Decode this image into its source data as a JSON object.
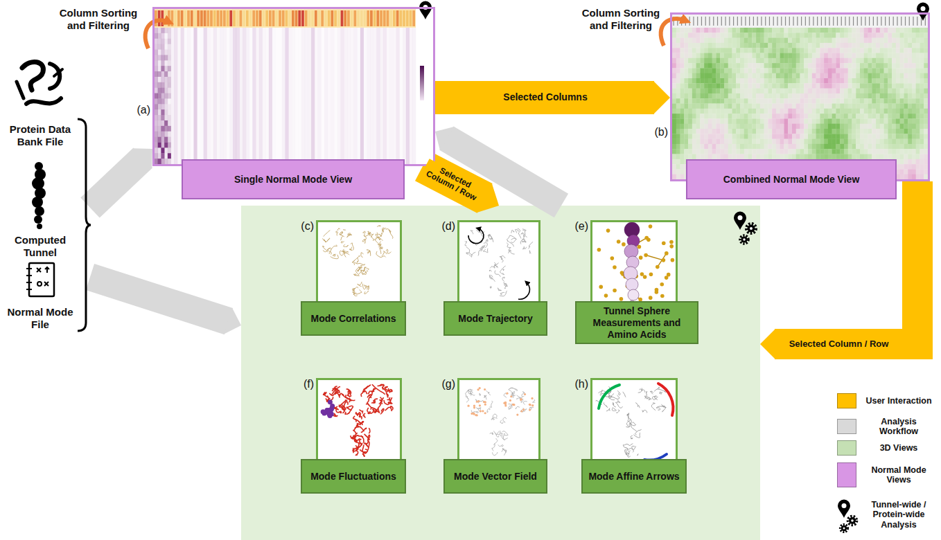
{
  "diagram": {
    "nodes": [
      {
        "text": [
          "(a)",
          "Single Normal Mode View"
        ]
      },
      {
        "text": [
          "(b)",
          "Combined Normal Mode View"
        ]
      },
      {
        "text": [
          "Protein Data Bank File",
          "Computed Tunnel",
          "Normal Mode File"
        ]
      },
      {
        "text": []
      },
      {
        "text": [
          "(c)",
          "Mode Correlations"
        ],
        "in": 3
      },
      {
        "text": [
          "(d)",
          "Mode Trajectory"
        ],
        "in": 3
      },
      {
        "text": [
          "(e)",
          "Tunnel Sphere Measurements and Amino Acids"
        ],
        "in": 3
      },
      {
        "text": [
          "(f)",
          "Mode Fluctuations"
        ],
        "in": 3
      },
      {
        "text": [
          "(g)",
          "Mode Vector Field"
        ],
        "in": 3
      },
      {
        "text": [
          "(h)",
          "Mode Affine Arrows"
        ],
        "in": 3
      }
    ],
    "edges": [
      {
        "from": 0,
        "to": 1,
        "arrow": "to",
        "label": "Selected Columns"
      },
      {
        "from": 0,
        "to": 3,
        "arrow": "to",
        "label": "Selected Column / Row"
      },
      {
        "from": 3,
        "to": 0,
        "arrow": "to"
      },
      {
        "from": 2,
        "to": 0,
        "arrow": "to"
      },
      {
        "from": 2,
        "to": 3,
        "arrow": "to"
      },
      {
        "from": 1,
        "to": 3,
        "arrow": "to",
        "label": "Selected Column / Row"
      }
    ],
    "labels": [
      "Column Sorting and Filtering",
      "Column Sorting and Filtering"
    ],
    "legend": [
      {
        "text": "User Interaction",
        "color": "#FFC000"
      },
      {
        "text": "Analysis Workflow",
        "color": "#D9D9D9"
      },
      {
        "text": "3D Views",
        "color": "#C5E0B4"
      },
      {
        "text": "Normal Mode Views",
        "color": "#D896E4"
      },
      {
        "text": "Tunnel-wide / Protein-wide Analysis"
      }
    ]
  }
}
